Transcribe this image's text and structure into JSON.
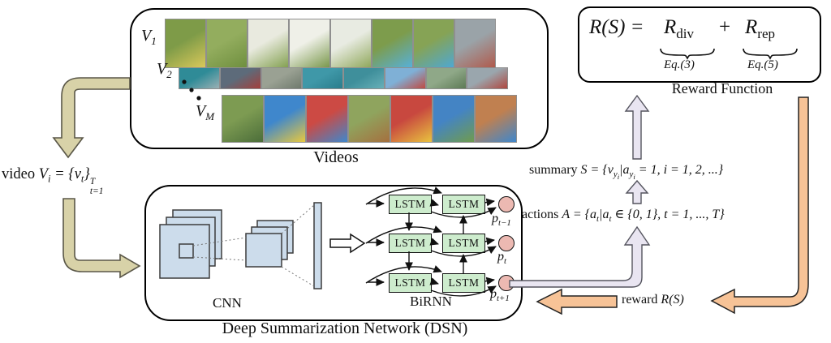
{
  "videos_box": {
    "caption": "Videos",
    "labels": {
      "v1_base": "V",
      "v1_sub": "1",
      "v2_base": "V",
      "v2_sub": "2",
      "vm_base": "V",
      "vm_sub": "M"
    },
    "rows": [
      {
        "name": "video-row-1",
        "tiles": [
          [
            "#7e9b48",
            "#d9c85a"
          ],
          [
            "#93ad5e",
            "#6f8f3f"
          ],
          [
            "#e9eadf",
            "#84a152"
          ],
          [
            "#eff0e8",
            "#7a984c"
          ],
          [
            "#e8ebe2",
            "#90a85c"
          ],
          [
            "#7d9c4c",
            "#57b0d8"
          ],
          [
            "#86a355",
            "#4fa8d2"
          ],
          [
            "#9aa3a8",
            "#b05a4c"
          ]
        ]
      },
      {
        "name": "video-row-2",
        "tiles": [
          [
            "#2f8b97",
            "#9ab0b4"
          ],
          [
            "#5d6b7a",
            "#a33f3c"
          ],
          [
            "#9aa193",
            "#6f7a6d"
          ],
          [
            "#3f98a8",
            "#2a7d8c"
          ],
          [
            "#3f8f9b",
            "#68b0b8"
          ],
          [
            "#7fb0d6",
            "#c04a42"
          ],
          [
            "#8fa888",
            "#5d7a55"
          ],
          [
            "#9aa6ad",
            "#b04840"
          ]
        ]
      },
      {
        "name": "video-row-m",
        "tiles": [
          [
            "#7d9b52",
            "#4c6e3a"
          ],
          [
            "#3f87cc",
            "#e8c83f"
          ],
          [
            "#cc4a44",
            "#3f87cc"
          ],
          [
            "#8fa45e",
            "#a5703f"
          ],
          [
            "#c8483f",
            "#e8c23f"
          ],
          [
            "#4484c4",
            "#6f9b4f"
          ],
          [
            "#c08050",
            "#3f87cc"
          ]
        ]
      }
    ]
  },
  "video_formula": {
    "word": "video ",
    "v": "V",
    "v_sub": "i",
    "eq": " = {",
    "var": "v",
    "var_sub": "t",
    "close": "}",
    "stack_top": "T",
    "stack_bottom": "t=1"
  },
  "dsn": {
    "caption": "Deep Summarization Network (DSN)",
    "cnn_label": "CNN",
    "birnn_label": "BiRNN",
    "lstm_label": "LSTM",
    "probs": [
      {
        "var": "p",
        "sub": "t−1"
      },
      {
        "var": "p",
        "sub": "t"
      },
      {
        "var": "p",
        "sub": "t+1"
      }
    ]
  },
  "reward_box": {
    "caption": "Reward Function",
    "lhs": "R(S) =",
    "r1": "R",
    "r1_sub": "div",
    "plus": "+",
    "r2": "R",
    "r2_sub": "rep",
    "eq3": "Eq.(3)",
    "eq5": "Eq.(5)"
  },
  "summary_line": {
    "word": "summary ",
    "s": "S",
    "eq": " = {",
    "v": "v",
    "v_sub": "y",
    "v_subsub": "i",
    "bar": "|",
    "a": "a",
    "a_sub": "y",
    "a_subsub": "i",
    "tail": " = 1, i = 1, 2, ...}"
  },
  "actions_line": {
    "word": "actions ",
    "aname": "A",
    "eq": " = {",
    "a1": "a",
    "a1_sub": "t",
    "bar": "|",
    "a2": "a",
    "a2_sub": "t",
    "tail": " ∈ {0, 1}, t = 1, ..., T}"
  },
  "reward_label": {
    "word": "reward ",
    "expr": "R(S)"
  },
  "colors": {
    "olive_arrow": "#d8d2a8",
    "olive_stroke": "#5a5748",
    "lavender_arrow": "#e9e5f1",
    "lavender_stroke": "#55555f",
    "orange_arrow": "#f7c397",
    "orange_stroke": "#222222",
    "lstm_green": "#cdeccd",
    "prob_pink": "#ecb9b2",
    "cnn_blue": "#ccdceb"
  }
}
